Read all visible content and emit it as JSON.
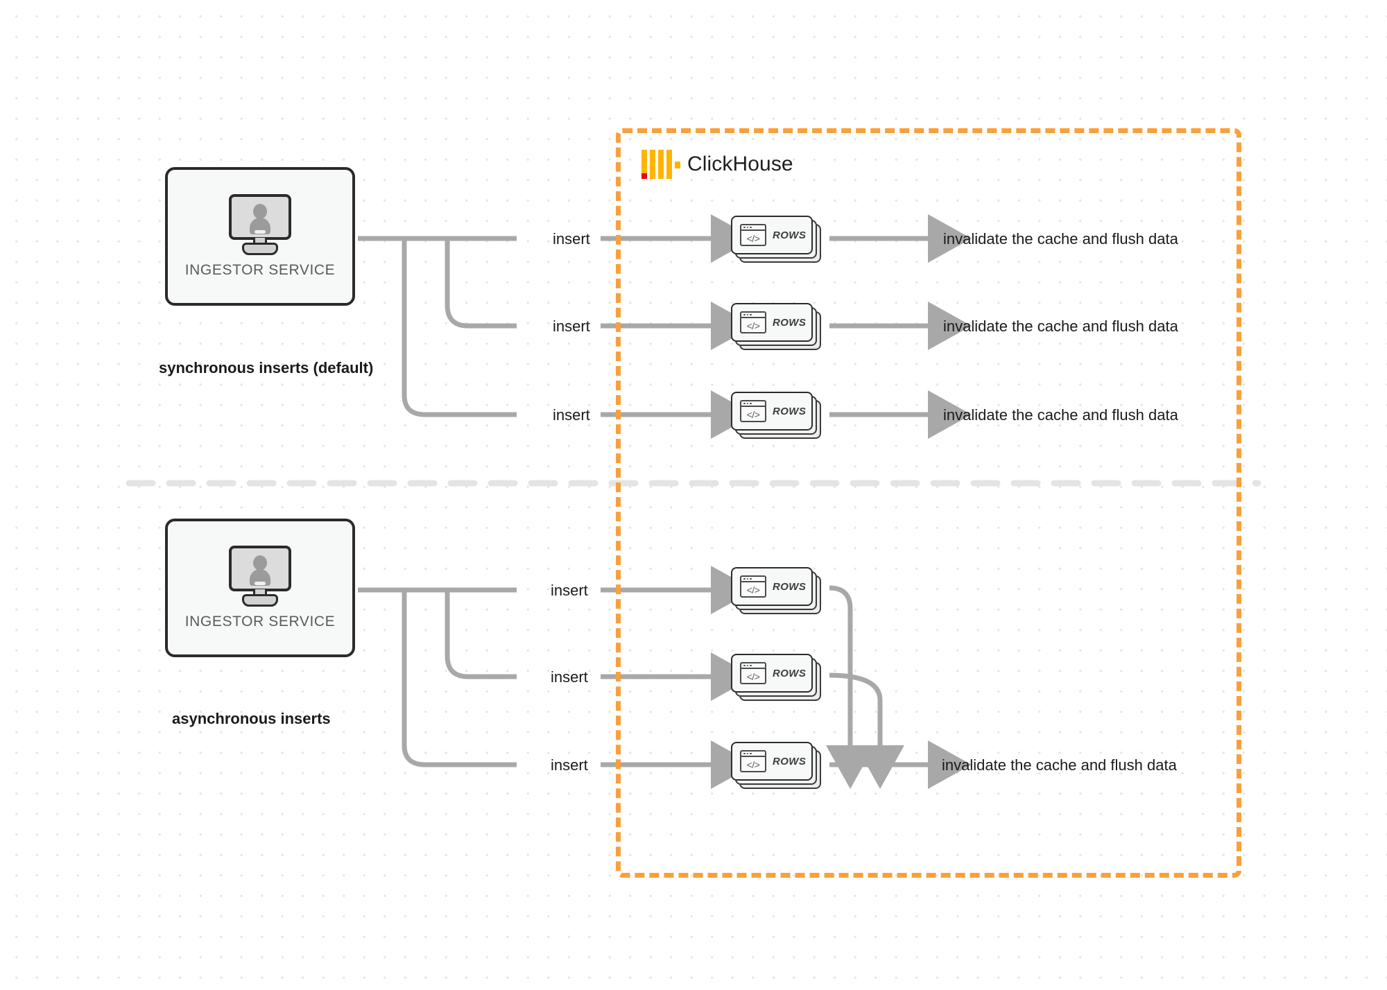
{
  "diagram": {
    "title": "ClickHouse synchronous vs asynchronous inserts",
    "background": "#ffffff",
    "accent_orange": "#f9a03c",
    "logo_orange": "#ffb400",
    "logo_red": "#ef0013",
    "line_gray": "#a8a8a8",
    "node_border": "#2b2b2b"
  },
  "boundary": {
    "name": "ClickHouse",
    "style": "dashed",
    "color": "#f9a03c"
  },
  "sections": [
    {
      "id": "sync",
      "caption": "synchronous inserts (default)",
      "service_label": "INGESTOR SERVICE",
      "flows": [
        {
          "edge_label": "insert",
          "node_label": "ROWS",
          "result_label": "invalidate the cache and flush data"
        },
        {
          "edge_label": "insert",
          "node_label": "ROWS",
          "result_label": "invalidate the cache and flush data"
        },
        {
          "edge_label": "insert",
          "node_label": "ROWS",
          "result_label": "invalidate the cache and flush data"
        }
      ]
    },
    {
      "id": "async",
      "caption": "asynchronous inserts",
      "service_label": "INGESTOR SERVICE",
      "flows": [
        {
          "edge_label": "insert",
          "node_label": "ROWS"
        },
        {
          "edge_label": "insert",
          "node_label": "ROWS"
        },
        {
          "edge_label": "insert",
          "node_label": "ROWS"
        }
      ],
      "merged_result_label": "invalidate the cache and flush data"
    }
  ],
  "icons": {
    "code_glyph": "</>",
    "monitor": "monitor-user-icon"
  }
}
